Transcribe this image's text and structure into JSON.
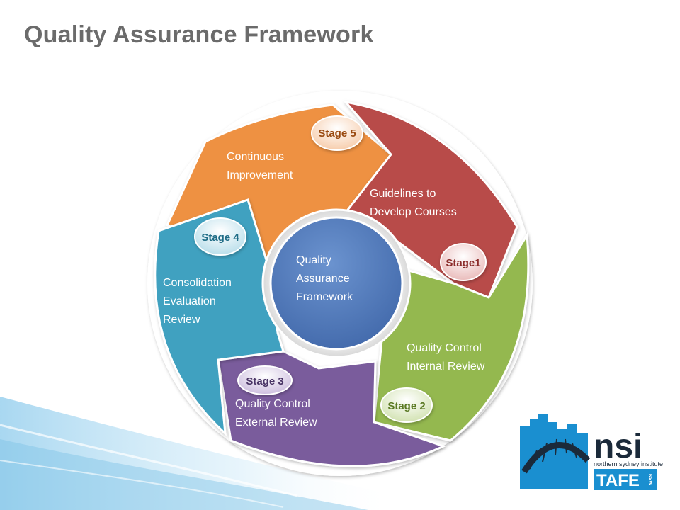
{
  "slide": {
    "title": "Quality Assurance Framework"
  },
  "diagram": {
    "center": {
      "lines": [
        "Quality",
        "Assurance",
        "Framework"
      ],
      "color": "#4a74b3"
    },
    "segments": [
      {
        "stage": "Stage1",
        "lines": [
          "Guidelines to",
          "Develop  Courses"
        ],
        "color": "#b84c4a"
      },
      {
        "stage": "Stage 2",
        "lines": [
          "Quality Control",
          "Internal Review"
        ],
        "color": "#94b84f"
      },
      {
        "stage": "Stage 3",
        "lines": [
          "Quality Control",
          "External Review"
        ],
        "color": "#7a5c9c"
      },
      {
        "stage": "Stage 4",
        "lines": [
          "Consolidation",
          "Evaluation",
          "Review"
        ],
        "color": "#3fa1c0"
      },
      {
        "stage": "Stage 5",
        "lines": [
          "Continuous",
          "Improvement"
        ],
        "color": "#ee9142"
      }
    ]
  },
  "logo": {
    "name": "nsi",
    "tagline": "northern sydney institute",
    "sub": "TAFE",
    "state": "NSW",
    "color": "#1a8fd0"
  }
}
